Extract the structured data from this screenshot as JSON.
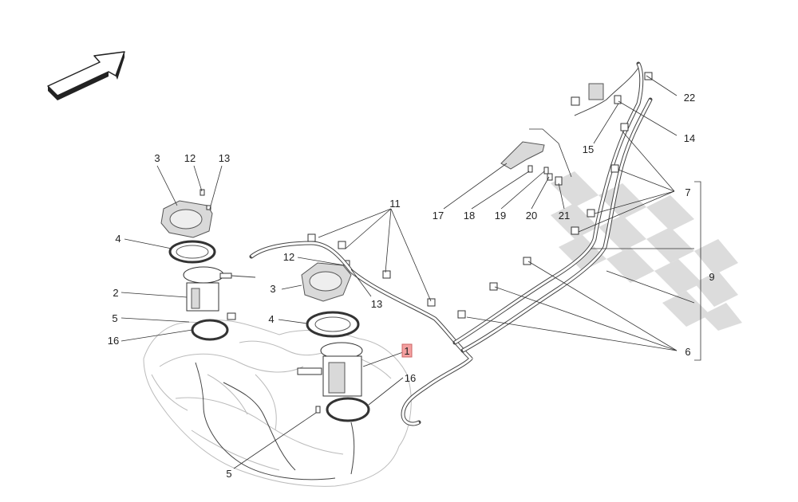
{
  "diagram": {
    "callouts": {
      "c1": "1",
      "c2": "2",
      "c3a": "3",
      "c3b": "3",
      "c4a": "4",
      "c4b": "4",
      "c5a": "5",
      "c5b": "5",
      "c6": "6",
      "c7": "7",
      "c9": "9",
      "c11": "11",
      "c12a": "12",
      "c12b": "12",
      "c13a": "13",
      "c13b": "13",
      "c14": "14",
      "c15": "15",
      "c16a": "16",
      "c16b": "16",
      "c17": "17",
      "c18": "18",
      "c19": "19",
      "c20": "20",
      "c21": "21",
      "c22": "22"
    },
    "highlight_color": "#f4a0a0"
  }
}
